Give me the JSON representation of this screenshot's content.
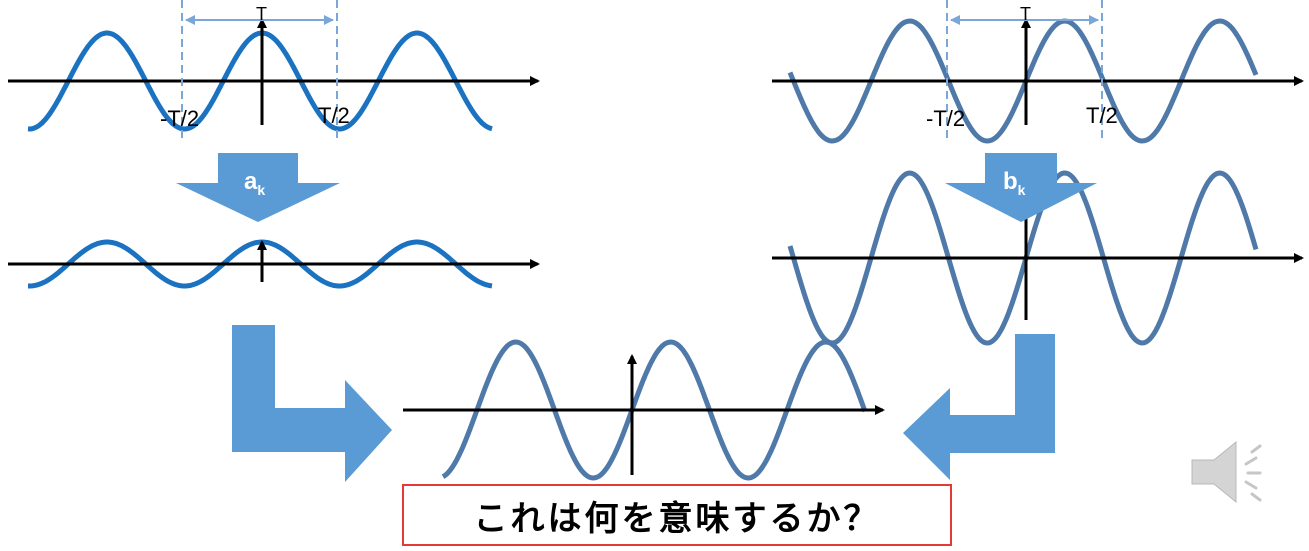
{
  "labels": {
    "left_neg_half": "-T/2",
    "left_pos_half": "T/2",
    "left_period": "T",
    "right_neg_half": "-T/2",
    "right_pos_half": "T/2",
    "right_period": "T"
  },
  "coefficients": {
    "a": "a",
    "a_sub": "k",
    "b": "b",
    "b_sub": "k"
  },
  "question": "これは何を意味するか？",
  "colors": {
    "wave_cos": "#1a72c0",
    "wave_sin": "#4f79a8",
    "block_arrow": "#5b9bd5",
    "period_marker": "#7aa6d8",
    "question_border": "#e53935",
    "axis": "#000000"
  },
  "icons": {
    "speaker": "speaker-icon"
  }
}
